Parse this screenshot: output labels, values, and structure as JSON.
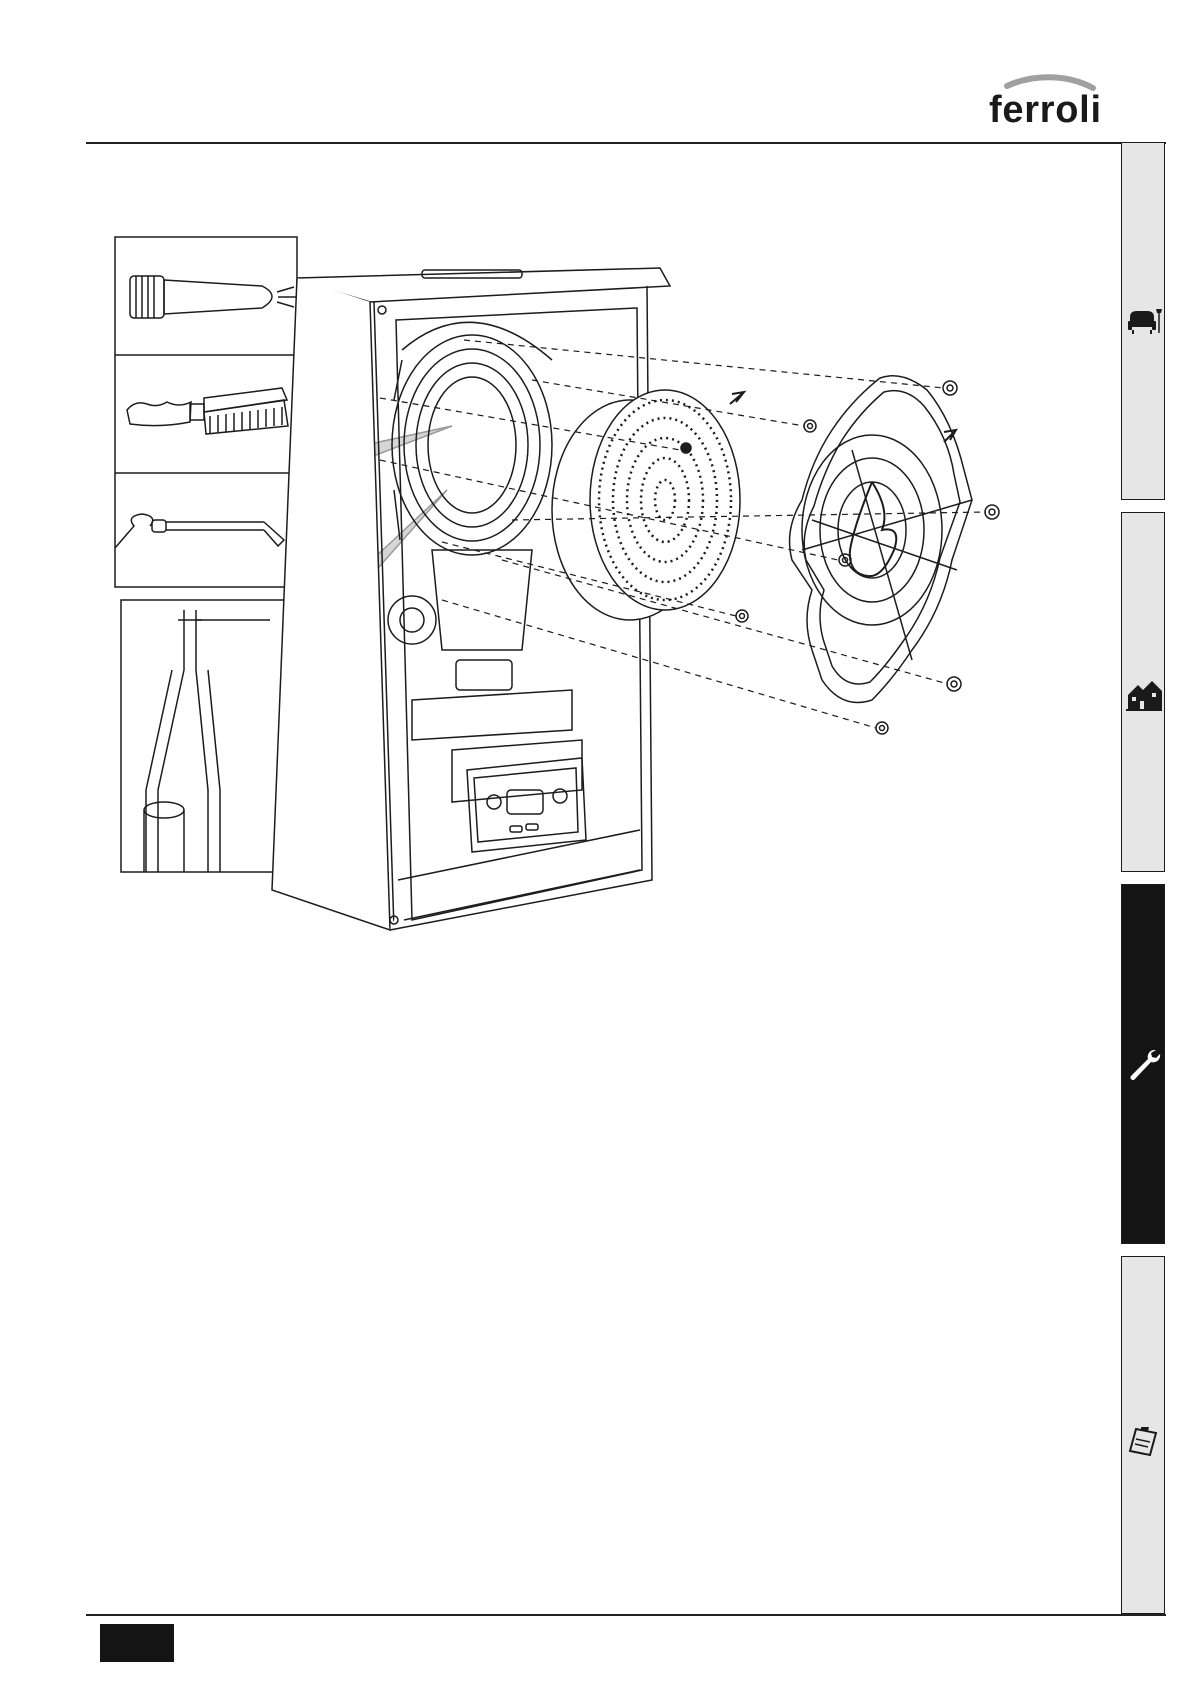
{
  "brand": {
    "name": "ferroli",
    "color": "#1a1a1a",
    "accent": "#9a9a9a"
  },
  "side_tabs": [
    {
      "id": "user",
      "icon": "armchair-icon",
      "active": false
    },
    {
      "id": "installation",
      "icon": "house-icon",
      "active": false
    },
    {
      "id": "service",
      "icon": "wrench-icon",
      "active": true
    },
    {
      "id": "technical-data",
      "icon": "clipboard-icon",
      "active": false
    }
  ],
  "colors": {
    "tab_bg": "#e6e6e6",
    "tab_active_bg": "#141414",
    "line": "#1c1c1c"
  }
}
